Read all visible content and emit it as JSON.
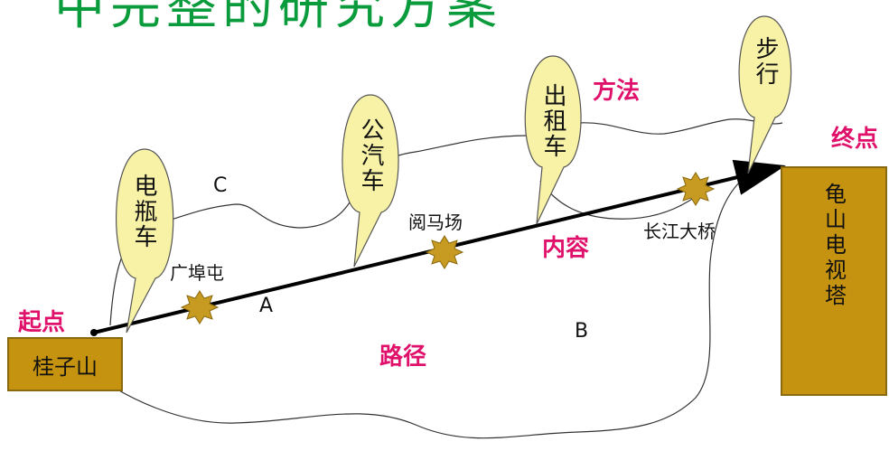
{
  "title_partial": "中完整的研究方案",
  "nodes": {
    "start_place": "桂子山",
    "end_place": "龟山电视塔"
  },
  "labels": {
    "start": "起点",
    "end": "终点",
    "method": "方法",
    "content": "内容",
    "path": "路径",
    "route_a": "A",
    "route_b": "B",
    "route_c": "C"
  },
  "waypoints": {
    "guangbutun": "广埠屯",
    "yuemachang": "阅马场",
    "changjiang_bridge": "长江大桥"
  },
  "transport": {
    "battery_car": "电瓶车",
    "bus": "公汽车",
    "taxi": "出租车",
    "walk": "步行"
  },
  "colors": {
    "box_fill": "#c5930f",
    "star_fill": "#c79a22",
    "bubble_fill": "#f7f2a6",
    "pink_text": "#e0116b",
    "title_green": "#0a9c3c"
  }
}
